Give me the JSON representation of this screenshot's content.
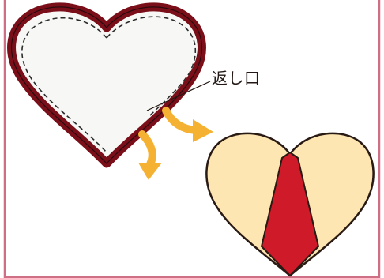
{
  "labels": {
    "return_opening": "返し口"
  },
  "colors": {
    "frame_border": "#cf6f86",
    "heart_outline_dark_red": "#7a0f19",
    "heart_fill_light": "#f7f8f6",
    "stitch_line": "#2b2b2b",
    "arrow_yellow": "#f5b232",
    "finished_heart_fill": "#fde6b2",
    "finished_heart_stroke": "#2a1a14",
    "center_panel_red": "#cf1a2a",
    "text": "#231815"
  },
  "icons": {
    "stitched_heart": "heart-outline-with-stitching",
    "finished_heart": "heart-with-center-panel",
    "arrows": "curved-arrow-down"
  }
}
